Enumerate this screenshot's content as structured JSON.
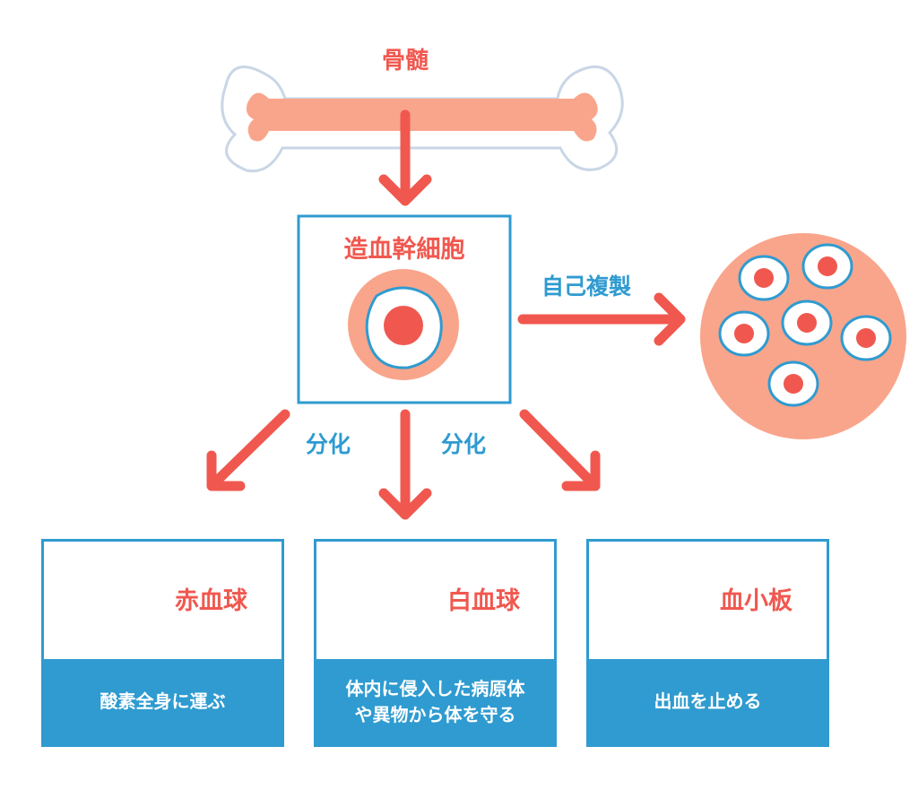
{
  "source": {
    "label": "骨髄"
  },
  "stem_cell": {
    "label": "造血幹細胞"
  },
  "self_renewal": {
    "label": "自己複製"
  },
  "differentiation": {
    "left_label": "分化",
    "right_label": "分化"
  },
  "cells": [
    {
      "name": "赤血球",
      "function": "酸素全身に運ぶ"
    },
    {
      "name": "白血球",
      "function_line1": "体内に侵入した病原体",
      "function_line2": "や異物から体を守る"
    },
    {
      "name": "血小板",
      "function": "出血を止める"
    }
  ],
  "colors": {
    "arrow_red": "#f0584f",
    "salmon": "#f9a58b",
    "blue": "#2f9bd0",
    "bone_outline": "#c9d6e6"
  }
}
